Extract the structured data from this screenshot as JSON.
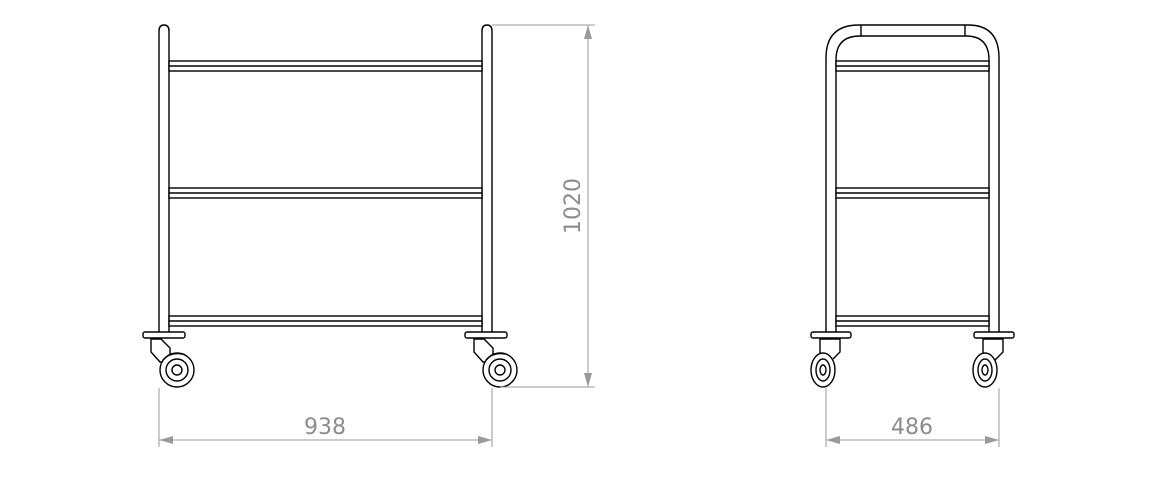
{
  "drawing": {
    "front_view": {
      "width_dimension": "938",
      "height_dimension": "1020"
    },
    "side_view": {
      "depth_dimension": "486"
    },
    "colors": {
      "edge": "#000000",
      "dimension": "#8c8c8c",
      "background": "#ffffff"
    }
  }
}
